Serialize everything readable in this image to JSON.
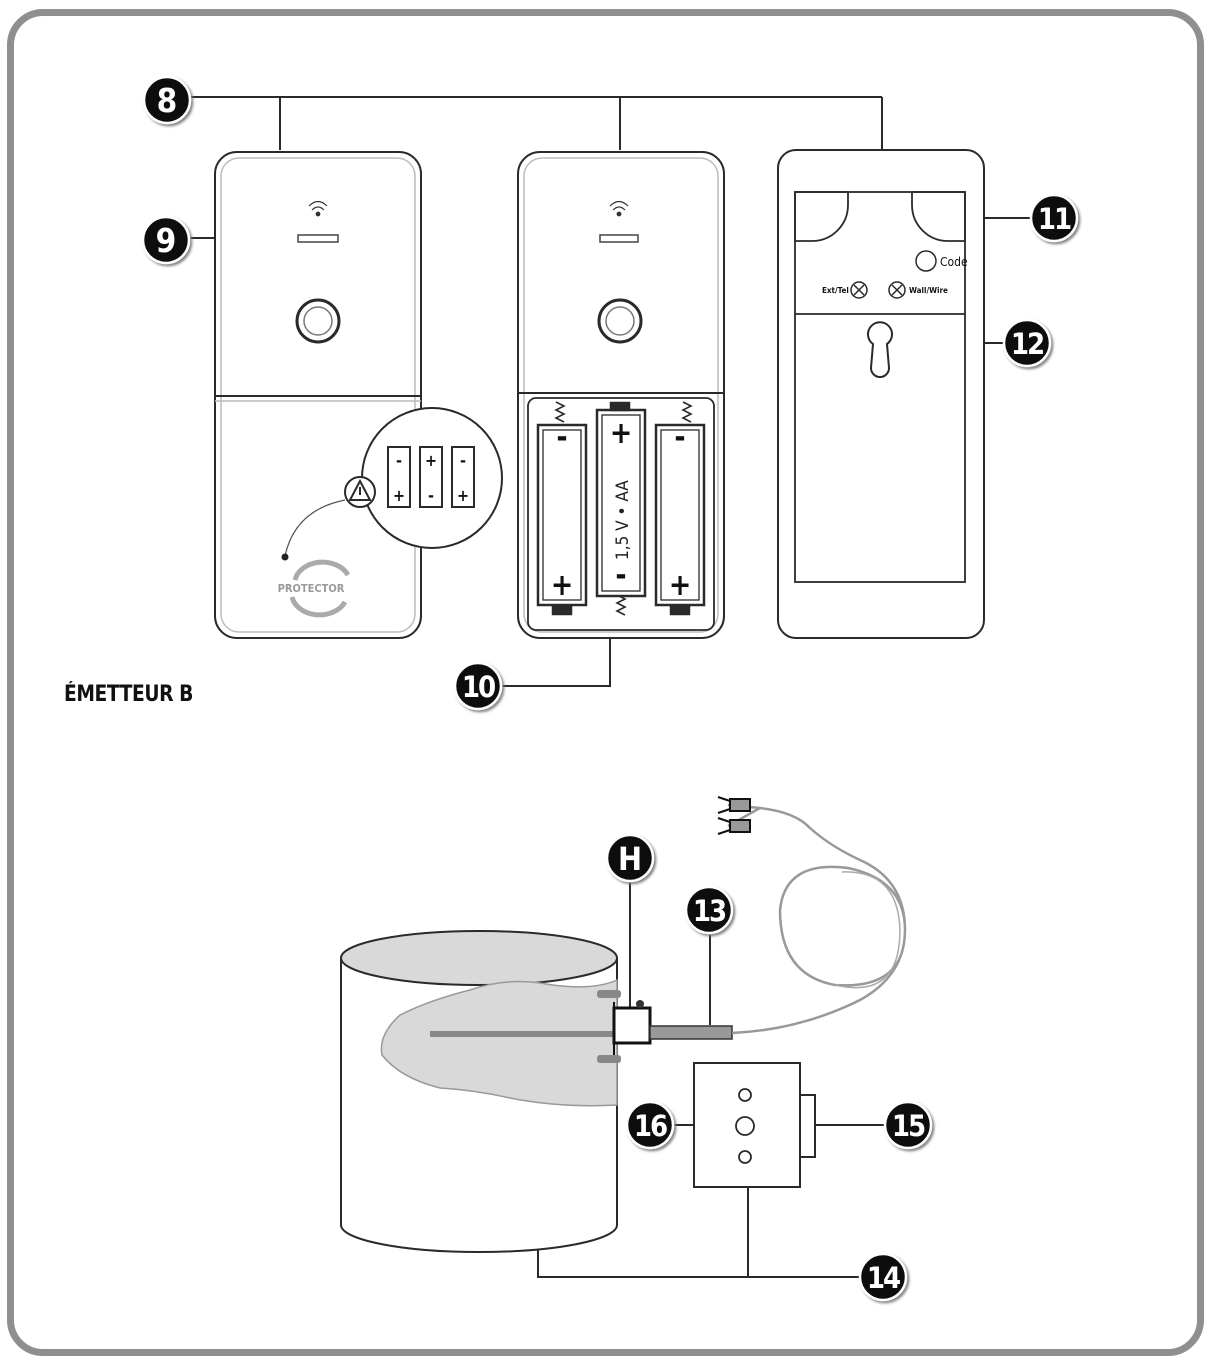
{
  "section_title": "ÉMETTEUR B",
  "callouts": {
    "c8": "8",
    "c9": "9",
    "c10": "10",
    "c11": "11",
    "c12": "12",
    "c13": "13",
    "c14": "14",
    "c15": "15",
    "c16": "16",
    "cH": "H"
  },
  "device": {
    "brand": "PROTECTOR",
    "battery_label": "1,5 V • AA",
    "code_label": "Code",
    "switch_left_label": "Ext/Tel",
    "switch_right_label": "Wall/Wire",
    "plus": "+",
    "minus": "-"
  },
  "colors": {
    "outline": "#2a2a2a",
    "callout_fill": "#111111",
    "frame": "#8f8f8f",
    "water": "#d9d9d9",
    "cable": "#9a9a9a"
  }
}
